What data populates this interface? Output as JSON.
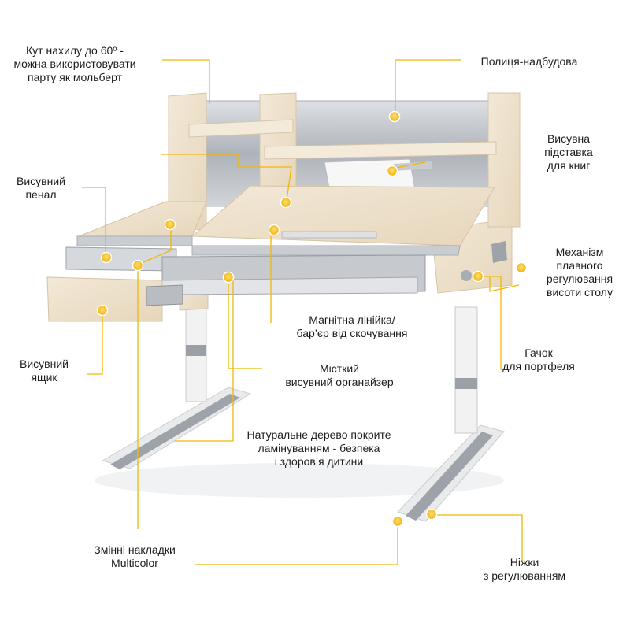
{
  "labels": {
    "tilt": [
      "Кут нахилу до 60º -",
      "можна використовувати",
      "парту як мольберт"
    ],
    "shelf": [
      "Полиця-надбудова"
    ],
    "book_stand": [
      "Висувна",
      "підставка",
      "для книг"
    ],
    "pencil_case": [
      "Висувний",
      "пенал"
    ],
    "height_mechanism": [
      "Механізм",
      "плавного",
      "регулювання",
      "висоти столу"
    ],
    "magnetic_ruler": [
      "Магнітна лінійка/",
      "бар’єр від скочування"
    ],
    "bag_hook": [
      "Гачок",
      "для портфеля"
    ],
    "drawer": [
      "Висувний",
      "ящик"
    ],
    "organizer": [
      "Місткий",
      "висувний органайзер"
    ],
    "natural_wood": [
      "Натуральне дерево покрите",
      "ламінуванням - безпека",
      "і здоров’я дитини"
    ],
    "overlays": [
      "Змінні накладки",
      "Multicolor"
    ],
    "feet": [
      "Ніжки",
      "з регулюванням"
    ]
  },
  "colors": {
    "callout_line": "#f2b705",
    "marker": "#f5b800",
    "wood": "#efe3cf",
    "wood_edge": "#d9c9ad",
    "metal": "#b8bcc2",
    "metal_dark": "#8e9399"
  }
}
